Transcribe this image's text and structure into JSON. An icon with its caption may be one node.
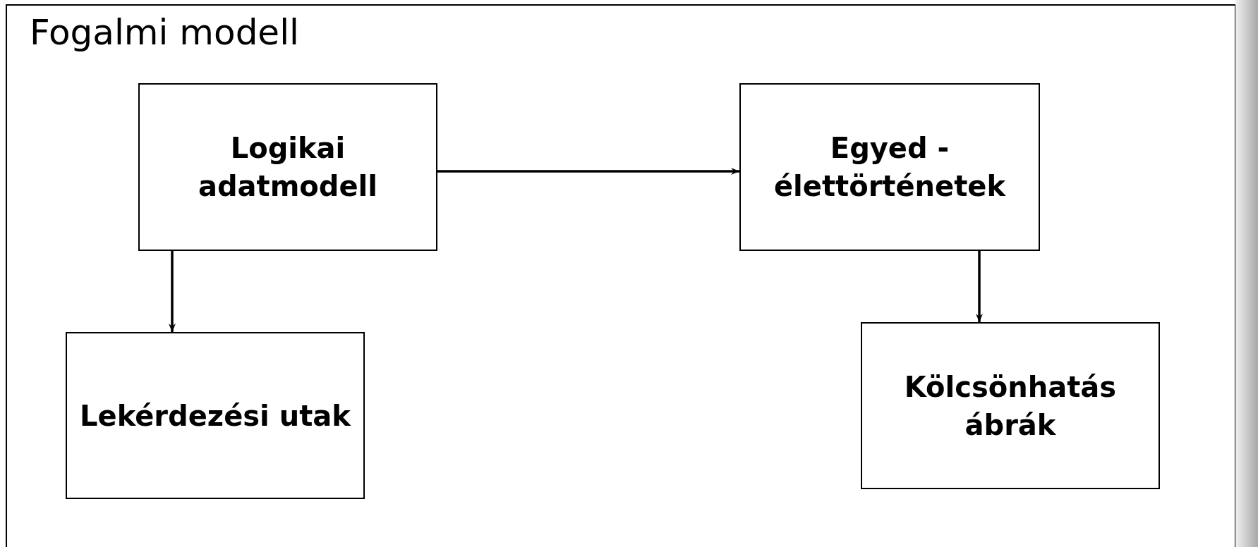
{
  "diagram": {
    "title": "Fogalmi modell",
    "nodes": [
      {
        "text": [
          "Logikai adatmodell"
        ]
      },
      {
        "text": [
          "Egyed - élettörténetek"
        ]
      },
      {
        "text": [
          "Lekérdezési utak"
        ]
      },
      {
        "text": [
          "Kölcsönhatás ábrák"
        ]
      }
    ],
    "edges": [
      {
        "from": 0,
        "to": 1,
        "arrow": "to"
      },
      {
        "from": 0,
        "to": 2,
        "arrow": "to"
      },
      {
        "from": 1,
        "to": 3,
        "arrow": "to"
      }
    ]
  }
}
